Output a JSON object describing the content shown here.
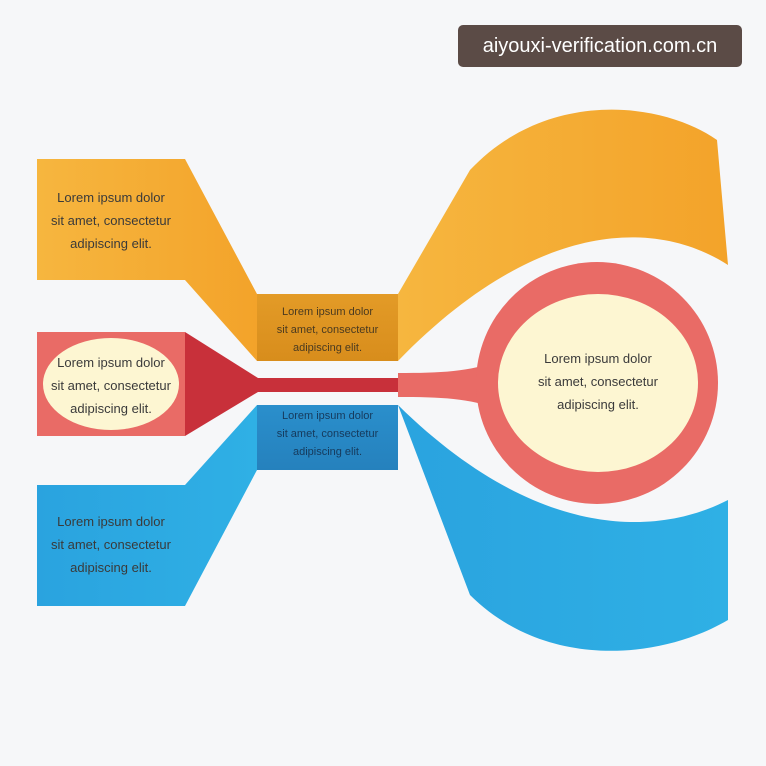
{
  "watermark": "aiyouxi-verification.com.cn",
  "colors": {
    "background": "#f6f7f9",
    "orange": "#f4aa32",
    "orange_dark": "#d98f1f",
    "red": "#e96b66",
    "red_dark": "#c8303a",
    "cream": "#fdf6d2",
    "blue": "#29a8e0",
    "blue_dark": "#1f86c0"
  },
  "labels": {
    "orange_left": "Lorem ipsum dolor\nsit amet, consectetur\nadipiscing elit.",
    "orange_center": "Lorem ipsum dolor\nsit amet, consectetur\nadipiscing elit.",
    "red_left": "Lorem ipsum dolor\nsit amet, consectetur\nadipiscing elit.",
    "red_circle": "Lorem ipsum dolor\nsit amet, consectetur\nadipiscing elit.",
    "blue_center": "Lorem ipsum dolor\nsit amet, consectetur\nadipiscing elit.",
    "blue_left": "Lorem ipsum dolor\nsit amet, consectetur\nadipiscing elit."
  }
}
